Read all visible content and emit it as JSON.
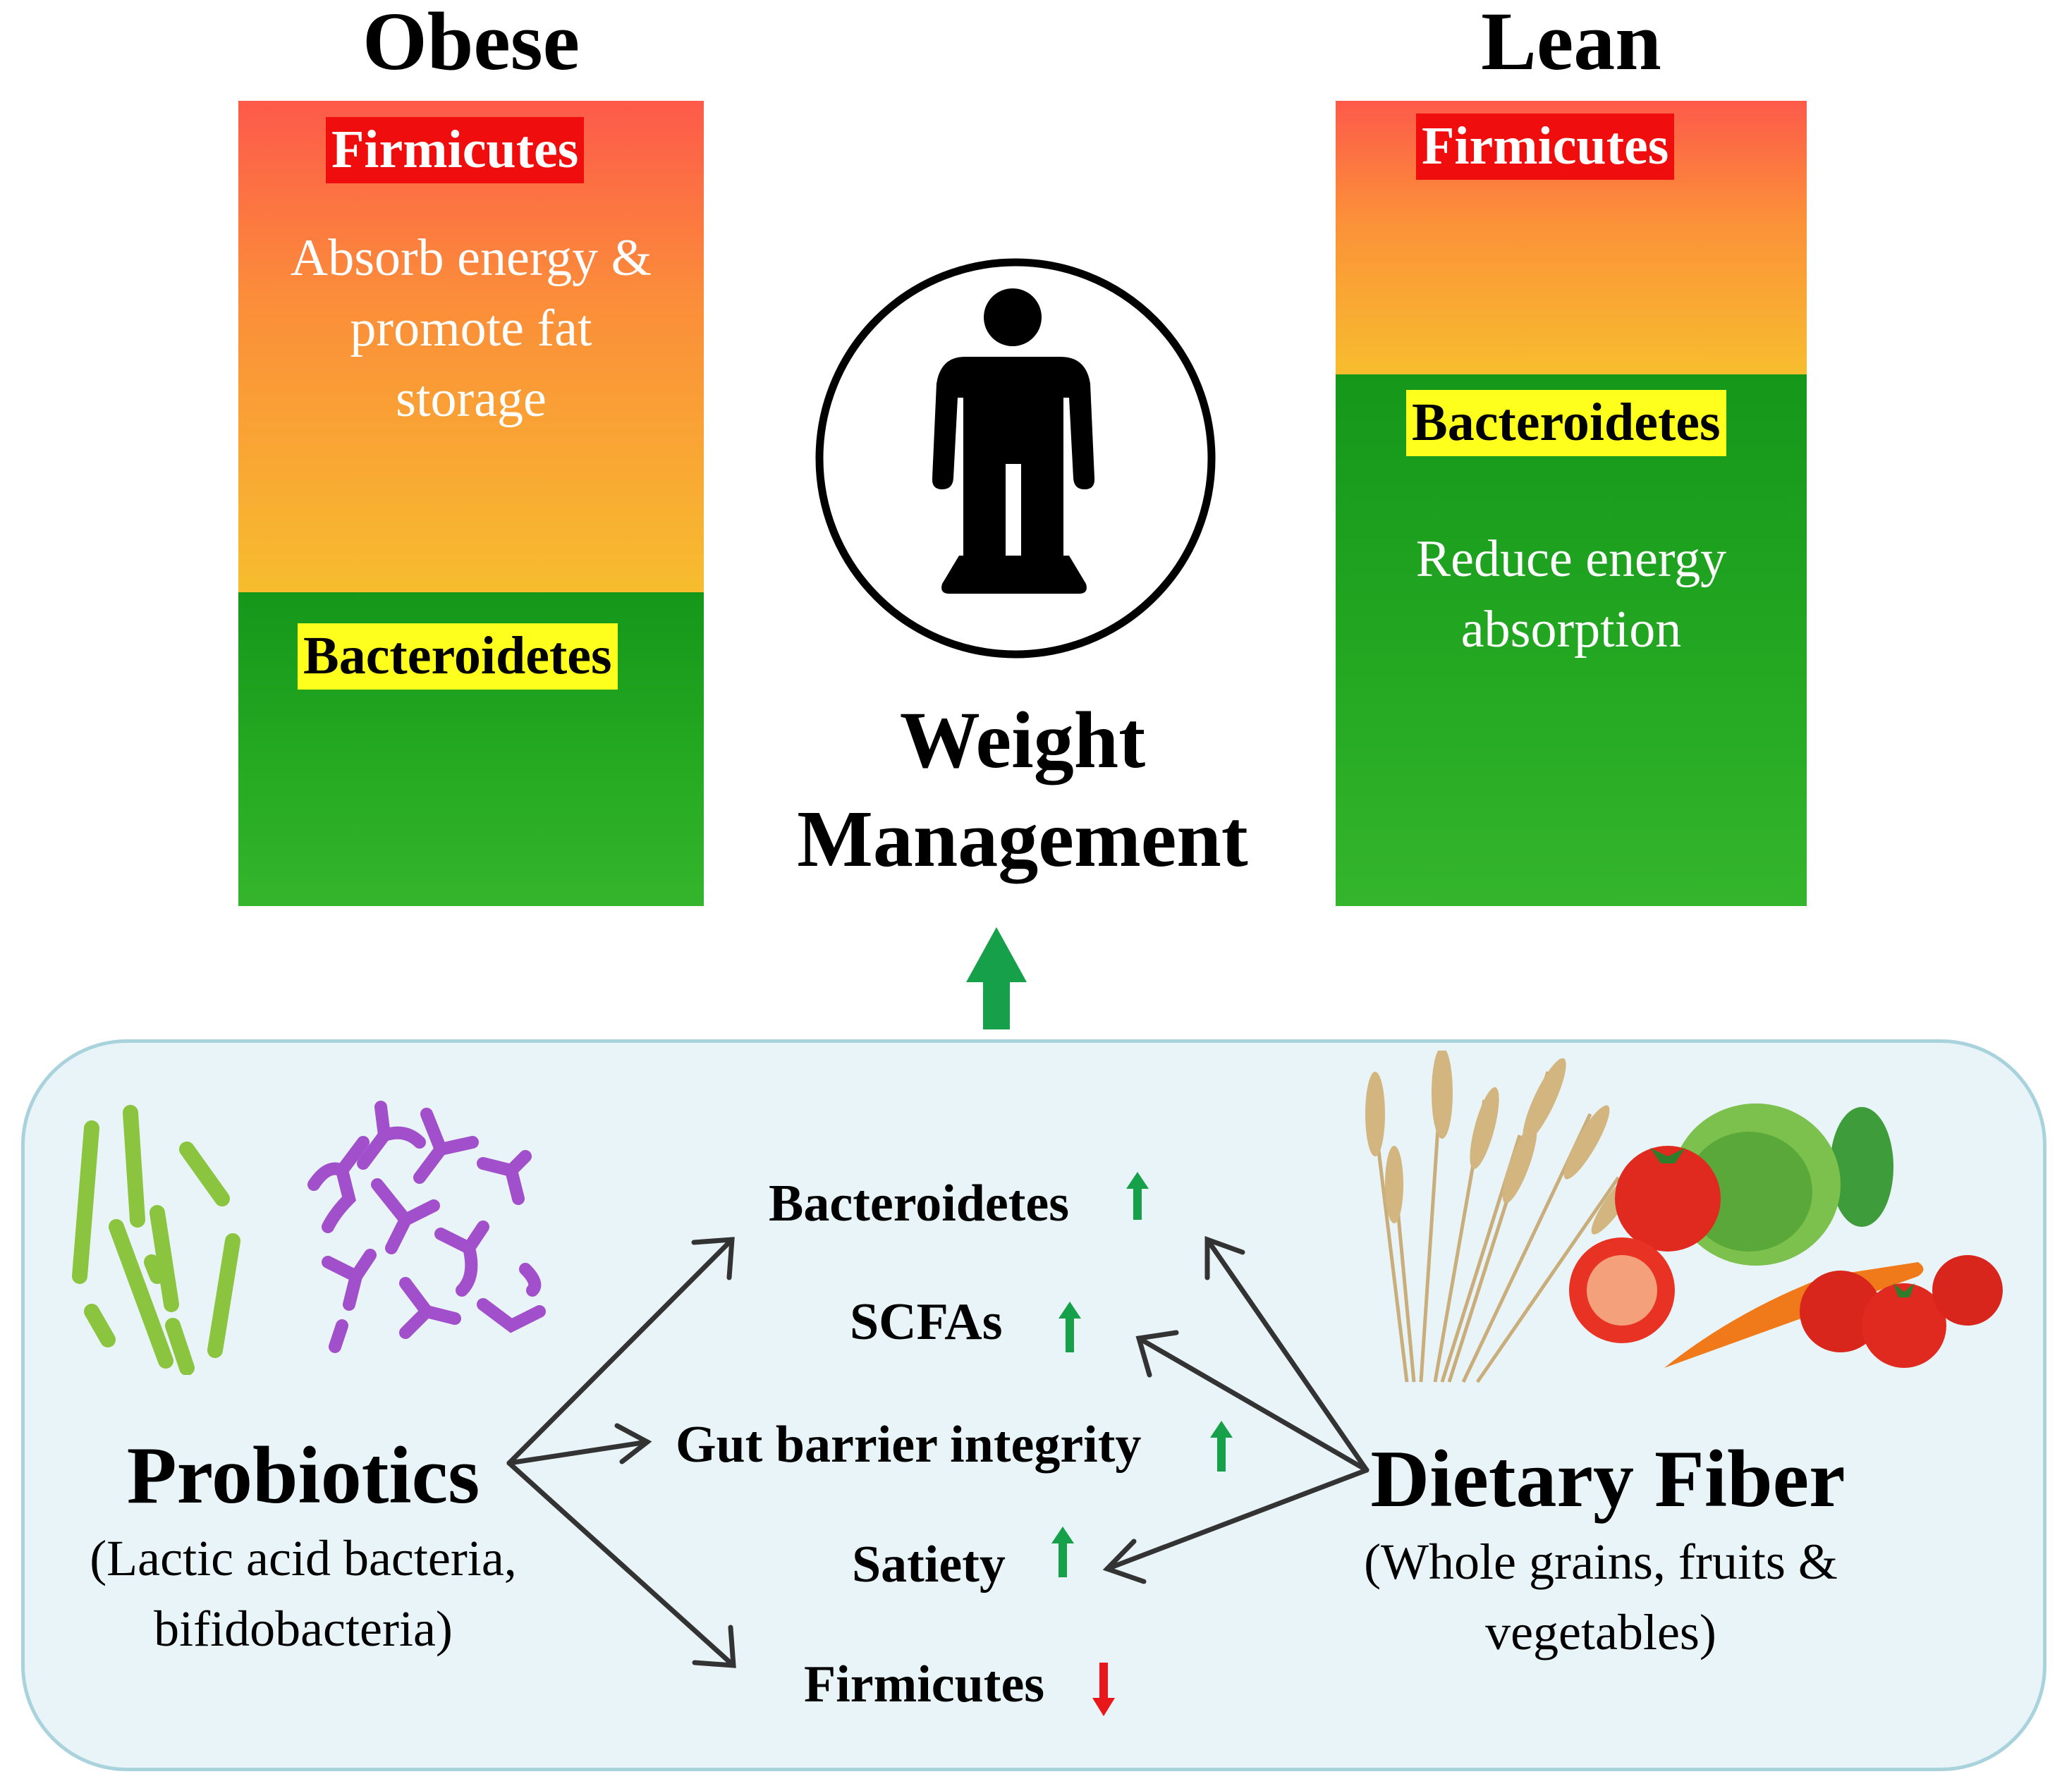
{
  "colors": {
    "firmicutes_tag": "#ef0d0d",
    "bacteroidetes_tag": "#ffff1e",
    "firmicutes_gradient_top": "#fd5a4a",
    "firmicutes_gradient_bottom": "#f7bd2e",
    "bacteroidetes_green": "#25aa22",
    "arrow_up": "#16a04a",
    "arrow_down": "#e8181a",
    "box_fill": "#e8f4f7",
    "box_border": "#a9d3dc"
  },
  "obese": {
    "heading": "Obese",
    "firmicutes": "Firmicutes",
    "firmicutes_desc": [
      "Absorb energy &",
      "promote fat",
      "storage"
    ],
    "bacteroidetes": "Bacteroidetes",
    "firmicutes_share": 0.61
  },
  "lean": {
    "heading": "Lean",
    "firmicutes": "Firmicutes",
    "bacteroidetes": "Bacteroidetes",
    "bacteroidetes_desc": [
      "Reduce energy",
      "absorption"
    ],
    "firmicutes_share": 0.34
  },
  "center": {
    "icon": "person-on-scale-icon",
    "title": [
      "Weight",
      "Management"
    ],
    "arrow_icon": "green-up-arrow-icon"
  },
  "probiotics": {
    "title": "Probiotics",
    "subtitle": [
      "(Lactic acid bacteria,",
      "bifidobacteria)"
    ],
    "icons": [
      "rod-bacteria-icon",
      "bifidobacteria-icon"
    ]
  },
  "fiber": {
    "title": "Dietary Fiber",
    "subtitle": [
      "(Whole grains, fruits &",
      "vegetables)"
    ],
    "icons": [
      "wheat-icon",
      "vegetables-icon"
    ]
  },
  "effects": [
    {
      "label": "Bacteroidetes",
      "direction": "up"
    },
    {
      "label": "SCFAs",
      "direction": "up"
    },
    {
      "label": "Gut barrier integrity",
      "direction": "up"
    },
    {
      "label": "Satiety",
      "direction": "up"
    },
    {
      "label": "Firmicutes",
      "direction": "down"
    }
  ]
}
